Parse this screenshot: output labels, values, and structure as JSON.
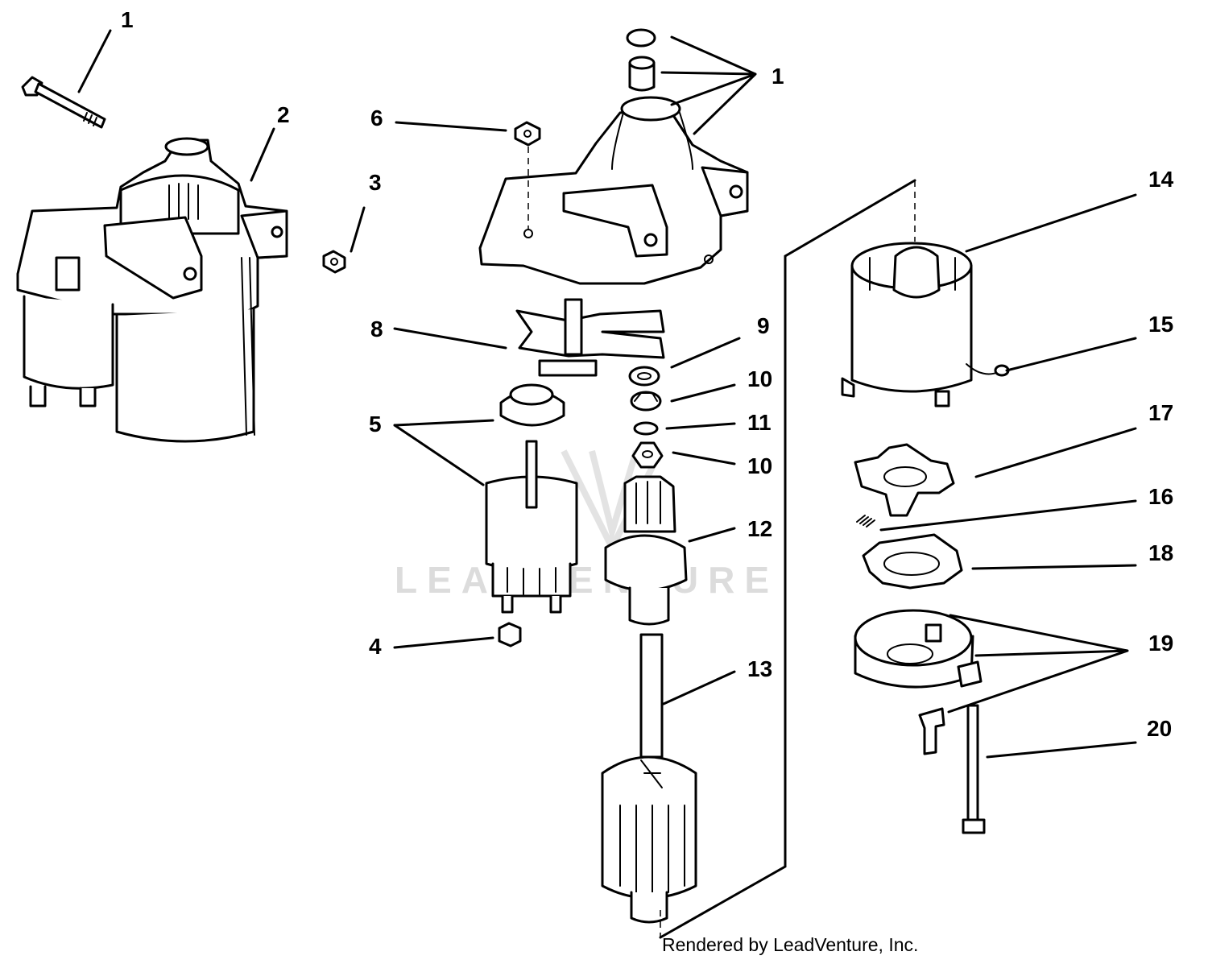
{
  "callouts": [
    "1",
    "2",
    "3",
    "6",
    "1",
    "8",
    "9",
    "10",
    "11",
    "10",
    "5",
    "12",
    "4",
    "13",
    "14",
    "15",
    "17",
    "16",
    "18",
    "19",
    "20"
  ],
  "watermark": "LEADVENTURE",
  "credit": "Rendered by LeadVenture, Inc.",
  "colors": {
    "line": "#000000",
    "background": "#ffffff",
    "watermark": "#d9d9d9"
  }
}
